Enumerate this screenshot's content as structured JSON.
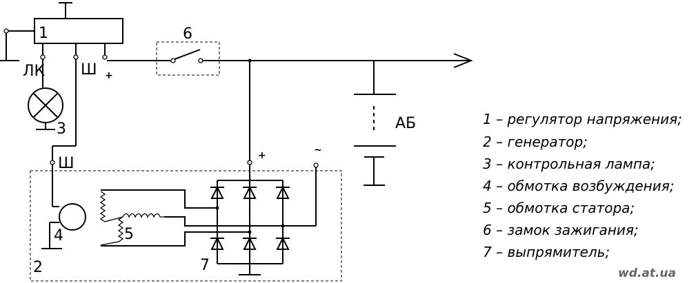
{
  "labels": {
    "regulator": "1",
    "lk": "ЛК",
    "sh_top": "Ш",
    "plus_top": "+",
    "lamp": "3",
    "switch": "6",
    "battery": "АБ",
    "sh_bottom": "Ш",
    "plus_bottom": "+",
    "ac": "~",
    "field_winding": "4",
    "stator": "5",
    "generator": "2",
    "rectifier": "7"
  },
  "legend": [
    "1 – регулятор напряжения;",
    "2 – генератор;",
    "3 – контрольная лампа;",
    "4 – обмотка возбуждения;",
    "5 – обмотка статора;",
    "6 – замок зажигания;",
    "7 – выпрямитель;"
  ],
  "watermark": "wd.at.ua"
}
